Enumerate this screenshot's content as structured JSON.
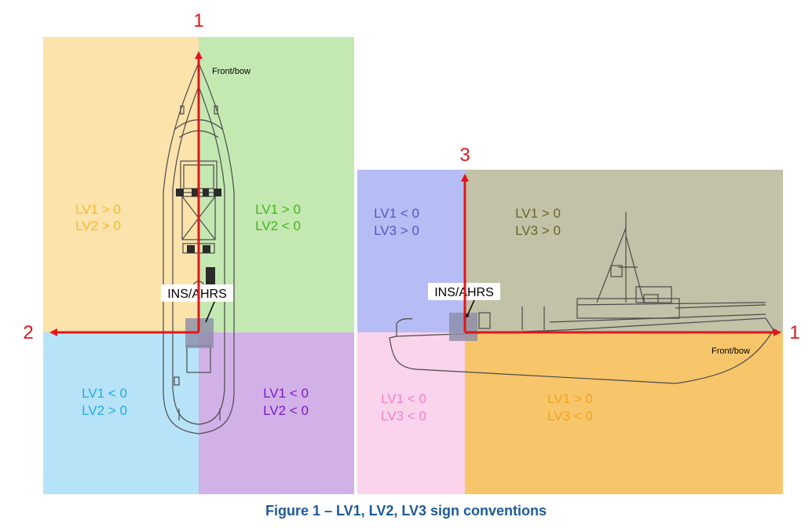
{
  "colors": {
    "q_tl": "#fbe3ab",
    "q_tr": "#c4e8b2",
    "q_bl": "#b6e3f8",
    "q_br": "#d1b1e8",
    "s_tl": "#b6bdf4",
    "s_tr": "#c2c2a9",
    "s_bl": "#fad3ec",
    "s_br": "#f7c66b",
    "axis": "#e0161b",
    "caption": "#1d5b9a",
    "txt_tl": "#f5b930",
    "txt_tr": "#45b419",
    "txt_bl": "#27a9e6",
    "txt_br": "#7a1cc7",
    "txt_s_tl": "#4f56c9",
    "txt_s_tr": "#6b6626",
    "txt_s_bl": "#f084c4",
    "txt_s_br": "#f2a21a"
  },
  "top_view": {
    "axis_fwd": "1",
    "axis_side": "2",
    "front_label": "Front/bow",
    "sensor_label": "INS/AHRS",
    "quadrants": {
      "tl": [
        "LV1 > 0",
        "LV2 > 0"
      ],
      "tr": [
        "LV1 > 0",
        "LV2 < 0"
      ],
      "bl": [
        "LV1 < 0",
        "LV2 > 0"
      ],
      "br": [
        "LV1 < 0",
        "LV2 < 0"
      ]
    }
  },
  "side_view": {
    "axis_up": "3",
    "axis_fwd": "1",
    "front_label": "Front/bow",
    "sensor_label": "INS/AHRS",
    "quadrants": {
      "tl": [
        "LV1 < 0",
        "LV3 > 0"
      ],
      "tr": [
        "LV1 > 0",
        "LV3 > 0"
      ],
      "bl": [
        "LV1 < 0",
        "LV3 < 0"
      ],
      "br": [
        "LV1 > 0",
        "LV3 < 0"
      ]
    }
  },
  "caption": "Figure 1 – LV1, LV2, LV3 sign conventions"
}
